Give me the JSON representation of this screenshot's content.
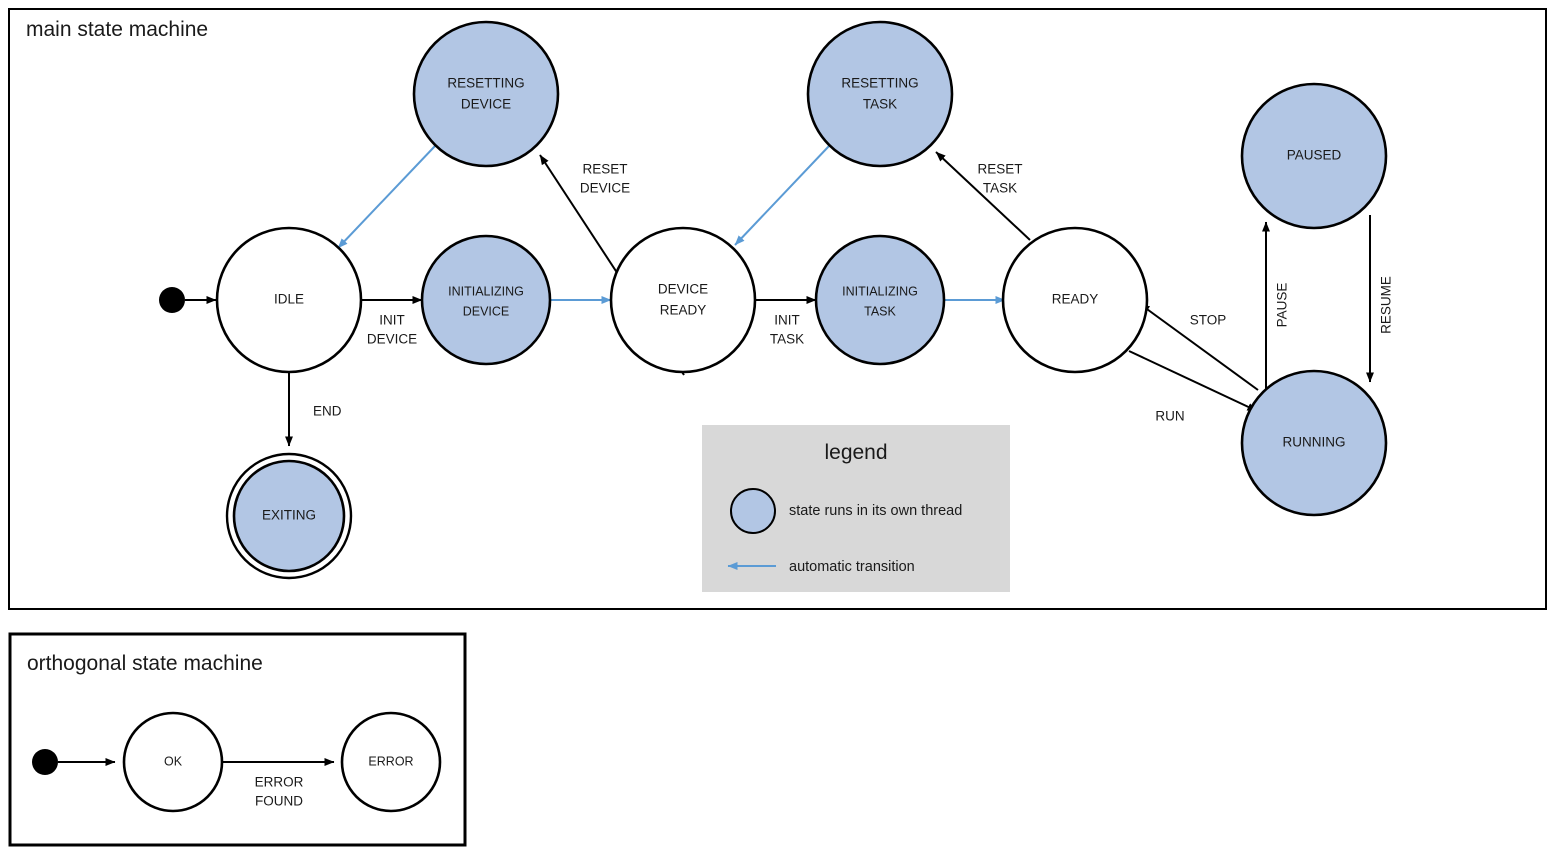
{
  "diagram": {
    "kind": "uml-state-machine",
    "colors": {
      "thread_state_fill": "#b2c6e4",
      "plain_state_fill": "#ffffff",
      "state_stroke": "#000000",
      "auto_transition": "#5b9bd5",
      "legend_background": "#d8d8d8",
      "frame_stroke": "#000000"
    }
  },
  "main_frame": {
    "title": "main state machine",
    "states": [
      {
        "id": "idle",
        "label_line1": "IDLE",
        "label_line2": "",
        "thread": false,
        "final": false
      },
      {
        "id": "initializing-device",
        "label_line1": "INITIALIZING",
        "label_line2": "DEVICE",
        "thread": true,
        "final": false
      },
      {
        "id": "device-ready",
        "label_line1": "DEVICE",
        "label_line2": "READY",
        "thread": false,
        "final": false
      },
      {
        "id": "initializing-task",
        "label_line1": "INITIALIZING",
        "label_line2": "TASK",
        "thread": true,
        "final": false
      },
      {
        "id": "ready",
        "label_line1": "READY",
        "label_line2": "",
        "thread": false,
        "final": false
      },
      {
        "id": "resetting-device",
        "label_line1": "RESETTING",
        "label_line2": "DEVICE",
        "thread": true,
        "final": false
      },
      {
        "id": "resetting-task",
        "label_line1": "RESETTING",
        "label_line2": "TASK",
        "thread": true,
        "final": false
      },
      {
        "id": "paused",
        "label_line1": "PAUSED",
        "label_line2": "",
        "thread": true,
        "final": false
      },
      {
        "id": "running",
        "label_line1": "RUNNING",
        "label_line2": "",
        "thread": true,
        "final": false
      },
      {
        "id": "exiting",
        "label_line1": "EXITING",
        "label_line2": "",
        "thread": true,
        "final": true
      }
    ],
    "transitions": [
      {
        "id": "t-start-idle",
        "from": "start",
        "to": "idle",
        "label_line1": "",
        "label_line2": "",
        "automatic": false
      },
      {
        "id": "t-idle-initdev",
        "from": "idle",
        "to": "initializing-device",
        "label_line1": "INIT",
        "label_line2": "DEVICE",
        "automatic": false
      },
      {
        "id": "t-initdev-devready",
        "from": "initializing-device",
        "to": "device-ready",
        "label_line1": "",
        "label_line2": "",
        "automatic": true
      },
      {
        "id": "t-devready-inittask",
        "from": "device-ready",
        "to": "initializing-task",
        "label_line1": "INIT",
        "label_line2": "TASK",
        "automatic": false
      },
      {
        "id": "t-inittask-ready",
        "from": "initializing-task",
        "to": "ready",
        "label_line1": "",
        "label_line2": "",
        "automatic": true
      },
      {
        "id": "t-devready-resetdev",
        "from": "device-ready",
        "to": "resetting-device",
        "label_line1": "RESET",
        "label_line2": "DEVICE",
        "automatic": false
      },
      {
        "id": "t-resetdev-idle",
        "from": "resetting-device",
        "to": "idle",
        "label_line1": "",
        "label_line2": "",
        "automatic": true
      },
      {
        "id": "t-ready-resettask",
        "from": "ready",
        "to": "resetting-task",
        "label_line1": "RESET",
        "label_line2": "TASK",
        "automatic": false
      },
      {
        "id": "t-resettask-devready",
        "from": "resetting-task",
        "to": "device-ready",
        "label_line1": "",
        "label_line2": "",
        "automatic": true
      },
      {
        "id": "t-idle-exiting",
        "from": "idle",
        "to": "exiting",
        "label_line1": "END",
        "label_line2": "",
        "automatic": false
      },
      {
        "id": "t-ready-running",
        "from": "ready",
        "to": "running",
        "label_line1": "RUN",
        "label_line2": "",
        "automatic": false
      },
      {
        "id": "t-running-ready",
        "from": "running",
        "to": "ready",
        "label_line1": "STOP",
        "label_line2": "",
        "automatic": false
      },
      {
        "id": "t-running-paused",
        "from": "running",
        "to": "paused",
        "label_line1": "PAUSE",
        "label_line2": "",
        "automatic": false
      },
      {
        "id": "t-paused-running",
        "from": "paused",
        "to": "running",
        "label_line1": "RESUME",
        "label_line2": "",
        "automatic": false
      }
    ]
  },
  "legend": {
    "title": "legend",
    "items": [
      {
        "id": "legend-thread",
        "symbol": "filled-circle",
        "text": "state runs in its own thread"
      },
      {
        "id": "legend-auto",
        "symbol": "blue-arrow",
        "text": "automatic transition"
      }
    ]
  },
  "orthogonal_frame": {
    "title": "orthogonal state machine",
    "states": [
      {
        "id": "ok",
        "label_line1": "OK",
        "label_line2": "",
        "thread": false,
        "final": false
      },
      {
        "id": "error",
        "label_line1": "ERROR",
        "label_line2": "",
        "thread": false,
        "final": false
      }
    ],
    "transitions": [
      {
        "id": "o-start-ok",
        "from": "start",
        "to": "ok",
        "label_line1": "",
        "label_line2": "",
        "automatic": false
      },
      {
        "id": "o-ok-error",
        "from": "ok",
        "to": "error",
        "label_line1": "ERROR",
        "label_line2": "FOUND",
        "automatic": false
      }
    ]
  }
}
